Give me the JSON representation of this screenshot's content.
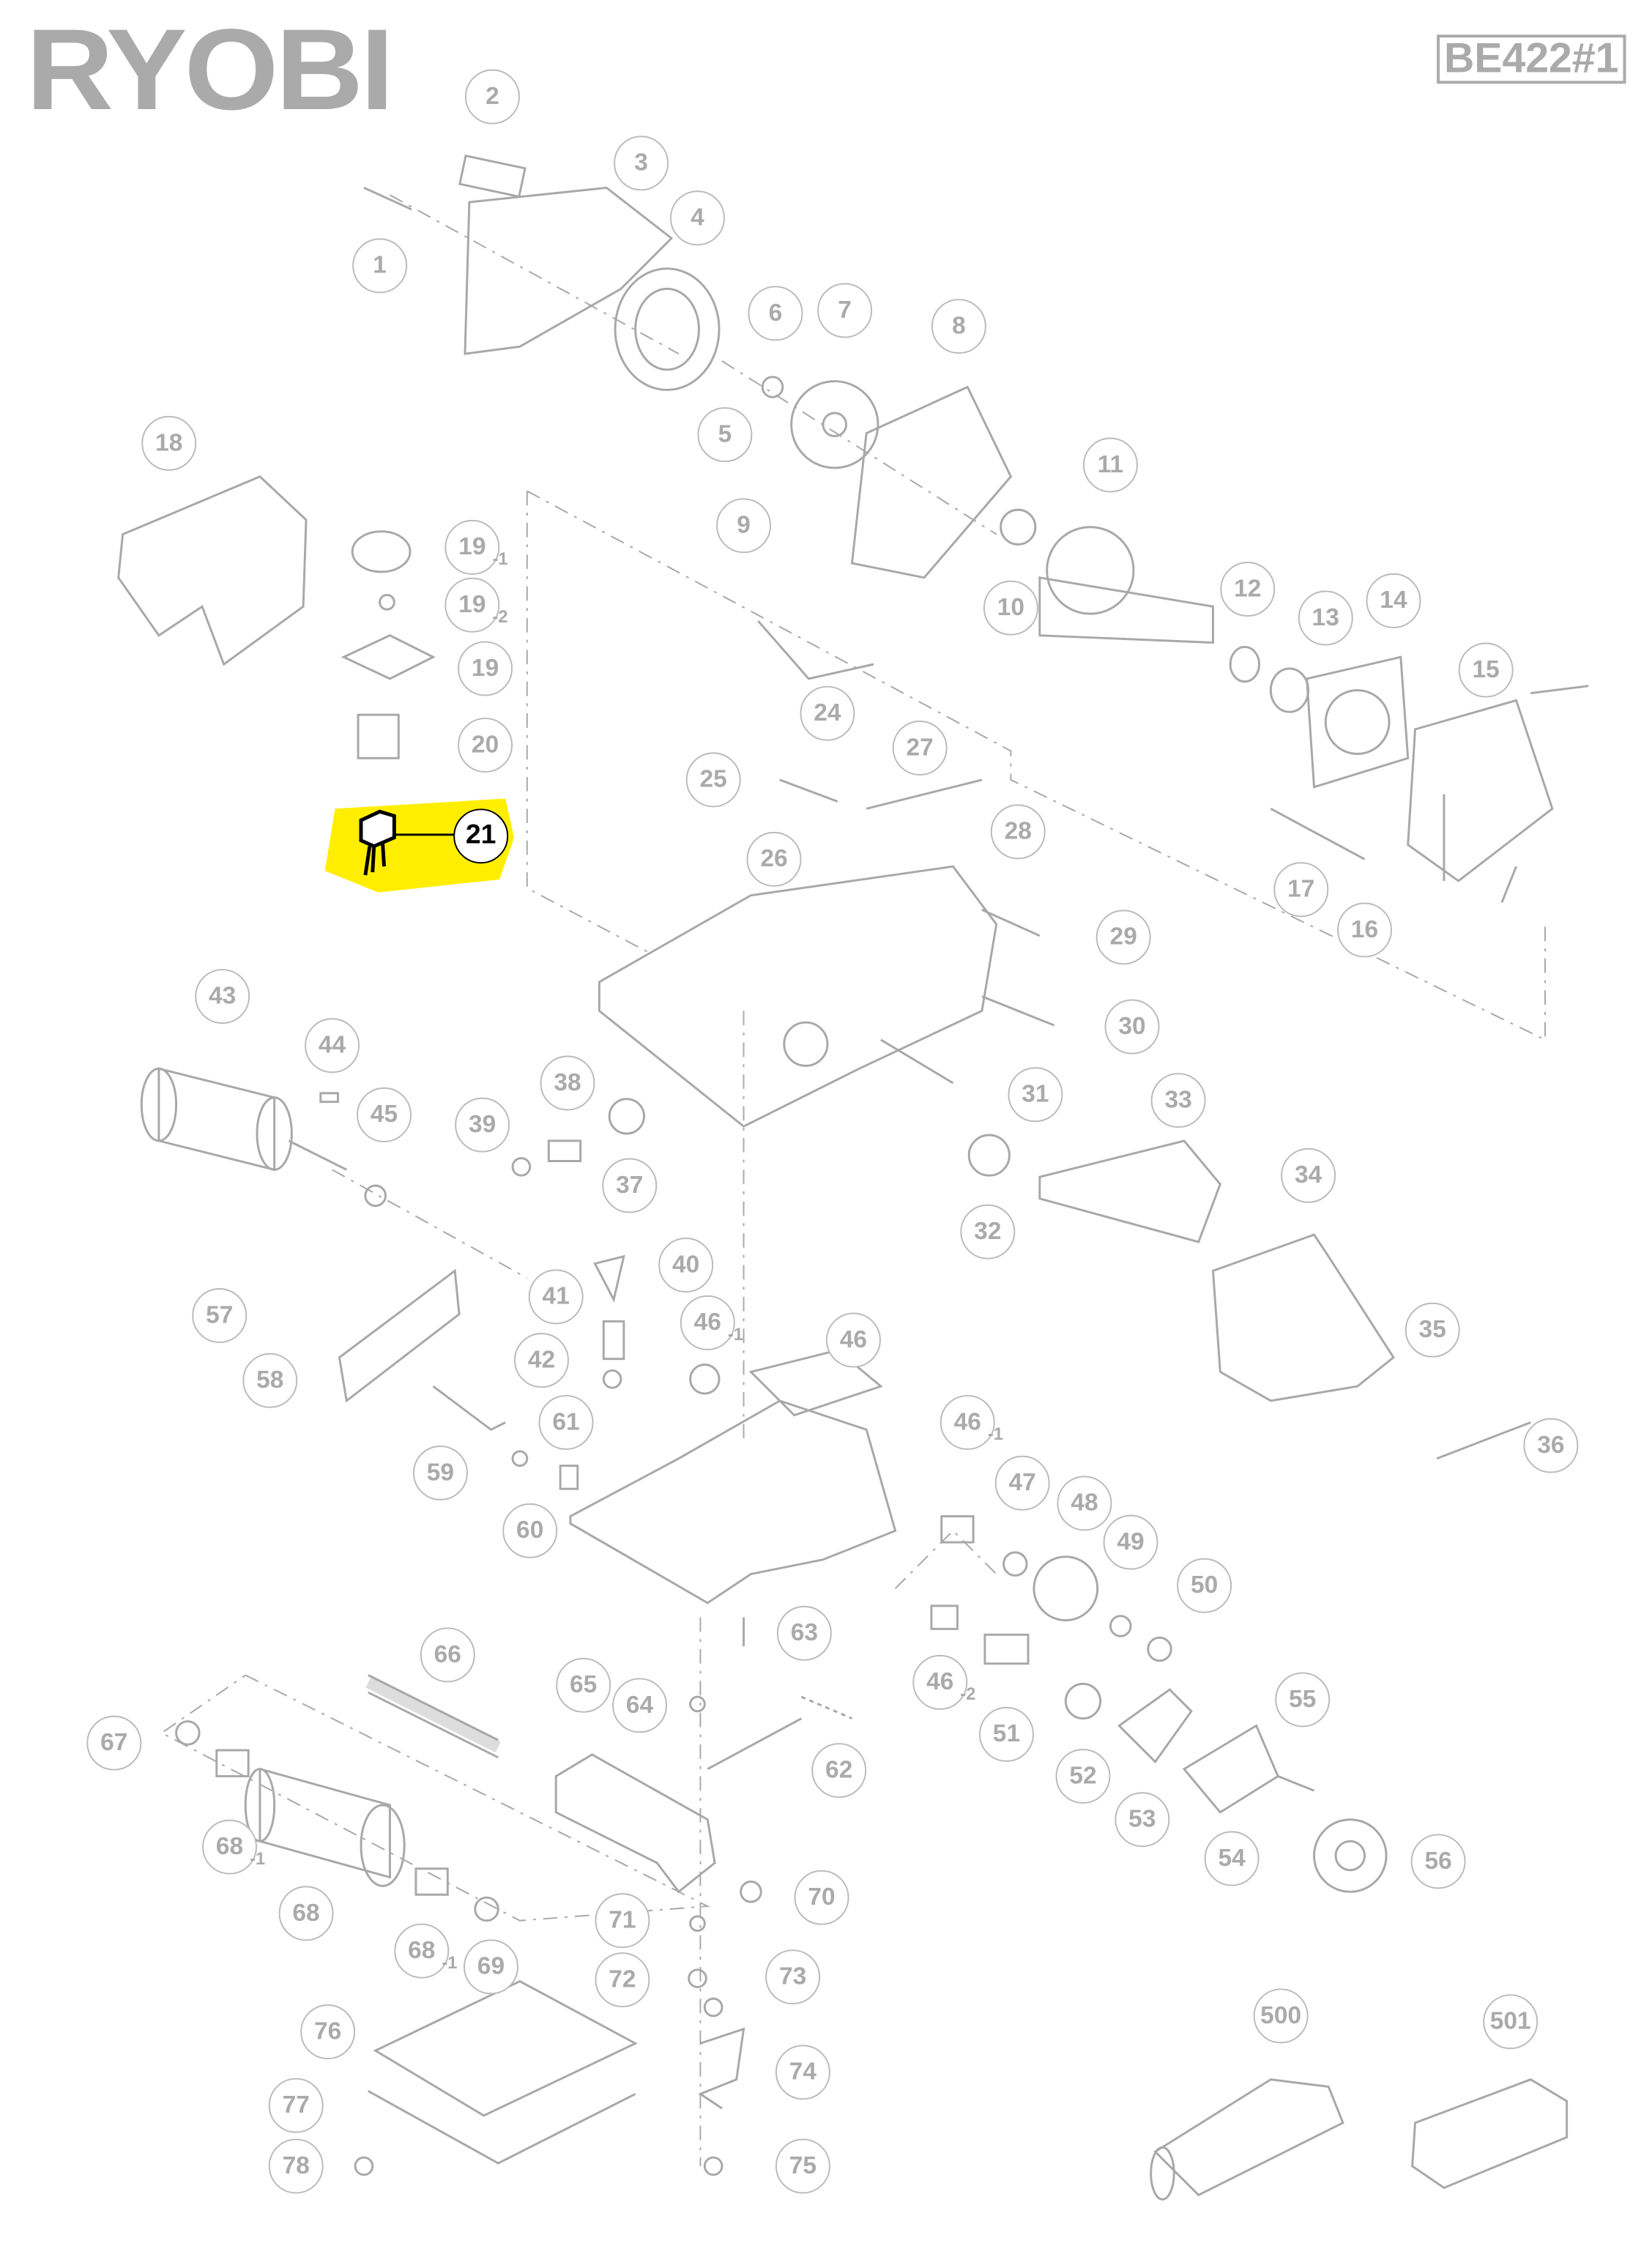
{
  "brand": "RYOBI",
  "model_code": "BE422#1",
  "highlight_color": "#ffee00",
  "highlighted_part": "21",
  "callouts": [
    {
      "label": "2",
      "suffix": ""
    },
    {
      "label": "3",
      "suffix": ""
    },
    {
      "label": "4",
      "suffix": ""
    },
    {
      "label": "1",
      "suffix": ""
    },
    {
      "label": "6",
      "suffix": ""
    },
    {
      "label": "7",
      "suffix": ""
    },
    {
      "label": "8",
      "suffix": ""
    },
    {
      "label": "5",
      "suffix": ""
    },
    {
      "label": "18",
      "suffix": ""
    },
    {
      "label": "11",
      "suffix": ""
    },
    {
      "label": "19",
      "suffix": "-1"
    },
    {
      "label": "19",
      "suffix": "-2"
    },
    {
      "label": "9",
      "suffix": ""
    },
    {
      "label": "10",
      "suffix": ""
    },
    {
      "label": "12",
      "suffix": ""
    },
    {
      "label": "13",
      "suffix": ""
    },
    {
      "label": "14",
      "suffix": ""
    },
    {
      "label": "19",
      "suffix": ""
    },
    {
      "label": "24",
      "suffix": ""
    },
    {
      "label": "15",
      "suffix": ""
    },
    {
      "label": "20",
      "suffix": ""
    },
    {
      "label": "27",
      "suffix": ""
    },
    {
      "label": "25",
      "suffix": ""
    },
    {
      "label": "21",
      "suffix": ""
    },
    {
      "label": "28",
      "suffix": ""
    },
    {
      "label": "26",
      "suffix": ""
    },
    {
      "label": "17",
      "suffix": ""
    },
    {
      "label": "16",
      "suffix": ""
    },
    {
      "label": "29",
      "suffix": ""
    },
    {
      "label": "43",
      "suffix": ""
    },
    {
      "label": "30",
      "suffix": ""
    },
    {
      "label": "44",
      "suffix": ""
    },
    {
      "label": "38",
      "suffix": ""
    },
    {
      "label": "31",
      "suffix": ""
    },
    {
      "label": "33",
      "suffix": ""
    },
    {
      "label": "39",
      "suffix": ""
    },
    {
      "label": "45",
      "suffix": ""
    },
    {
      "label": "37",
      "suffix": ""
    },
    {
      "label": "34",
      "suffix": ""
    },
    {
      "label": "32",
      "suffix": ""
    },
    {
      "label": "40",
      "suffix": ""
    },
    {
      "label": "41",
      "suffix": ""
    },
    {
      "label": "57",
      "suffix": ""
    },
    {
      "label": "46",
      "suffix": "-1"
    },
    {
      "label": "46",
      "suffix": ""
    },
    {
      "label": "35",
      "suffix": ""
    },
    {
      "label": "42",
      "suffix": ""
    },
    {
      "label": "58",
      "suffix": ""
    },
    {
      "label": "61",
      "suffix": ""
    },
    {
      "label": "46",
      "suffix": "-1"
    },
    {
      "label": "36",
      "suffix": ""
    },
    {
      "label": "59",
      "suffix": ""
    },
    {
      "label": "47",
      "suffix": ""
    },
    {
      "label": "48",
      "suffix": ""
    },
    {
      "label": "60",
      "suffix": ""
    },
    {
      "label": "49",
      "suffix": ""
    },
    {
      "label": "50",
      "suffix": ""
    },
    {
      "label": "63",
      "suffix": ""
    },
    {
      "label": "66",
      "suffix": ""
    },
    {
      "label": "46",
      "suffix": "-2"
    },
    {
      "label": "65",
      "suffix": ""
    },
    {
      "label": "64",
      "suffix": ""
    },
    {
      "label": "55",
      "suffix": ""
    },
    {
      "label": "51",
      "suffix": ""
    },
    {
      "label": "67",
      "suffix": ""
    },
    {
      "label": "62",
      "suffix": ""
    },
    {
      "label": "52",
      "suffix": ""
    },
    {
      "label": "53",
      "suffix": ""
    },
    {
      "label": "68",
      "suffix": "-1"
    },
    {
      "label": "54",
      "suffix": ""
    },
    {
      "label": "56",
      "suffix": ""
    },
    {
      "label": "70",
      "suffix": ""
    },
    {
      "label": "68",
      "suffix": ""
    },
    {
      "label": "71",
      "suffix": ""
    },
    {
      "label": "68",
      "suffix": "-1"
    },
    {
      "label": "69",
      "suffix": ""
    },
    {
      "label": "73",
      "suffix": ""
    },
    {
      "label": "72",
      "suffix": ""
    },
    {
      "label": "500",
      "suffix": ""
    },
    {
      "label": "501",
      "suffix": ""
    },
    {
      "label": "76",
      "suffix": ""
    },
    {
      "label": "74",
      "suffix": ""
    },
    {
      "label": "77",
      "suffix": ""
    },
    {
      "label": "78",
      "suffix": ""
    },
    {
      "label": "75",
      "suffix": ""
    }
  ]
}
